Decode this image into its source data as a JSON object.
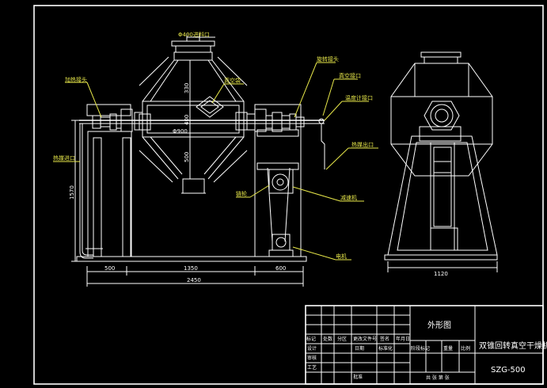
{
  "labels": {
    "feed_port": "Φ400进料口",
    "heating_head": "加热接头",
    "vacuum_bag": "真空袋",
    "rotary_joint": "旋转接头",
    "vacuum_port": "真空接口",
    "thermometer_port": "温度计接口",
    "heat_medium_outlet": "热媒出口",
    "heat_medium_inlet": "热媒进口",
    "chain": "链轮",
    "reducer": "减速机",
    "motor": "电机"
  },
  "dimensions": {
    "d330": "330",
    "d400": "400",
    "d500v": "500",
    "dphi900": "Φ900",
    "d1570": "1570",
    "d500": "500",
    "d1350": "1350",
    "d600": "600",
    "d2450": "2450",
    "d1120": "1120"
  },
  "title_block": {
    "drawing_name": "外形图",
    "product_name": "双锥回转真空干燥机",
    "model": "SZG-500",
    "hdr_mark": "标记",
    "hdr_qty": "处数",
    "hdr_zone": "分区",
    "hdr_docno": "更改文件号",
    "hdr_sign": "签名",
    "hdr_date": "年月日",
    "design": "设计",
    "standardize": "标准化",
    "date_lbl": "日期",
    "stage_mark": "阶段标记",
    "weight": "重量",
    "scale": "比例",
    "review": "审核",
    "process": "工艺",
    "approve": "批准",
    "sheets": "共  张  第  张"
  }
}
